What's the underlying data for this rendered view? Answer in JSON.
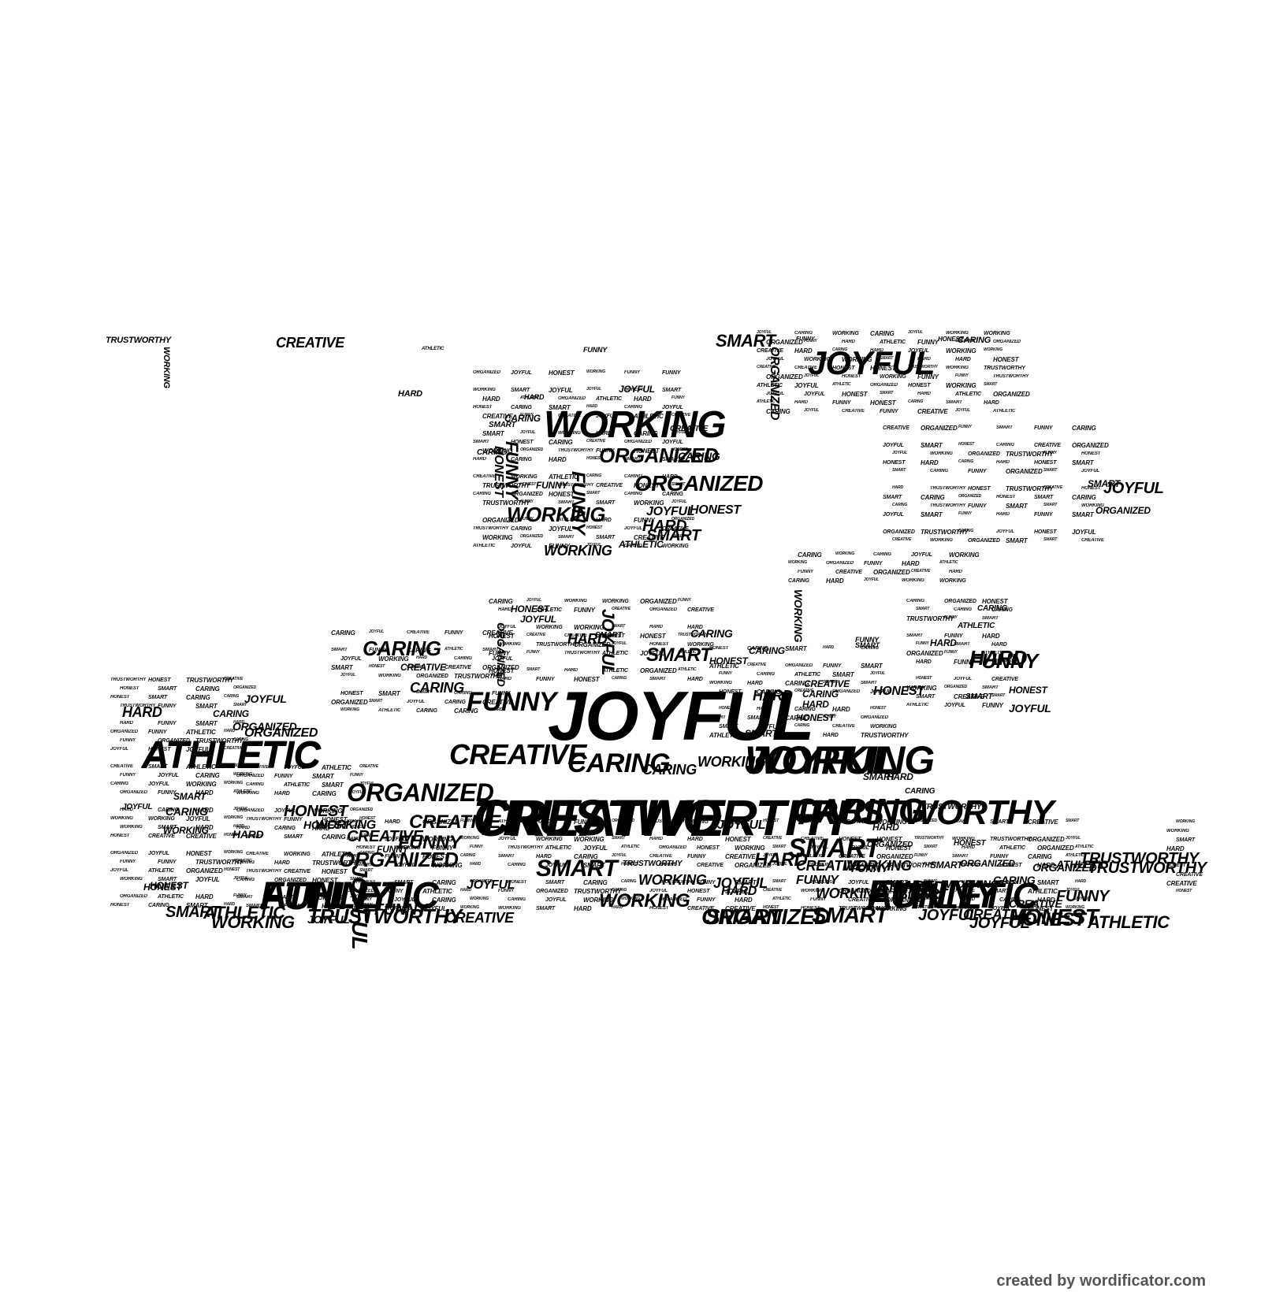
{
  "credit": "created by wordificator.com",
  "text_color": "#000000",
  "background_color": "#ffffff",
  "words": [
    "TRUSTWORTHY",
    "CREATIVE",
    "WORKING",
    "HARD",
    "ATHLETIC",
    "SMART",
    "JOYFUL",
    "ORGANIZED",
    "CARING",
    "HONEST",
    "FUNNY",
    "WORKING",
    "ORGANIZED",
    "ORGANIZED",
    "WORKING",
    "WORKING",
    "CARING",
    "FUNNY",
    "HONEST",
    "FUNNY",
    "FUNNY",
    "JOYFUL",
    "CARING",
    "HARD",
    "SMART",
    "HONEST",
    "JOYFUL",
    "ATHLETIC",
    "SMART",
    "HARD",
    "CREATIVE",
    "CARING",
    "JOYFUL",
    "SMART",
    "HONEST",
    "SMART",
    "FUNNY",
    "JOYFUL",
    "SMART",
    "HONEST",
    "CARING",
    "HARD",
    "HONEST",
    "ORGANIZED",
    "CREATIVE",
    "CARING",
    "FUNNY",
    "JOYFUL",
    "HARD",
    "SMART",
    "JOYFUL",
    "CARING",
    "WORKING",
    "CARING",
    "HARD",
    "SMART",
    "CREATIVE",
    "ORGANIZED",
    "WORKING",
    "CARING",
    "CREATIVE",
    "CARING",
    "HARD",
    "HONEST",
    "CARING",
    "FUNNY",
    "HARD",
    "HONEST",
    "SMART",
    "HARD",
    "JOYFUL",
    "CARING",
    "ATHLETIC",
    "WORKING",
    "JOYFUL",
    "ORGANIZED",
    "SMART",
    "TRUSTWORTHY",
    "FUNNY",
    "TRUSTWORTHY",
    "CREATIVE",
    "CARING",
    "CARING",
    "WORKING",
    "JOYFUL",
    "SMART",
    "ORGANIZED",
    "CREATIVE",
    "FUNNY",
    "HARD",
    "FUNNY",
    "TRUSTWORTHY",
    "HONEST",
    "CREATIVE",
    "FUNNY",
    "HARD",
    "ORGANIZED",
    "WORKING",
    "JOYFUL",
    "SMART",
    "FUNNY",
    "ATHLETIC",
    "ATHLETIC",
    "SMART",
    "ATHLETIC",
    "TRUSTWORTHY",
    "HONEST",
    "ORGANIZED",
    "JOYFUL",
    "TRUSTWORTHY",
    "WORKING",
    "WORKING",
    "SMART",
    "CREATIVE",
    "HARD",
    "ORGANIZED",
    "SMART",
    "JOYFUL",
    "CREATIVE",
    "HONEST",
    "SMART",
    "WORKING",
    "FUNNY",
    "ORGANIZED",
    "HARD",
    "CREATIVE",
    "JOYFUL",
    "FUNNY",
    "ATHLETIC",
    "WORKING",
    "ATHLETIC",
    "HONEST",
    "TRUSTWORTHY",
    "JOYFUL",
    "WORKING",
    "HONEST",
    "FUNNY",
    "CARING",
    "SMART",
    "ATHLETIC",
    "ORGANIZED",
    "HARD",
    "JOYFUL",
    "ORGANIZED",
    "SMART",
    "WORKING",
    "CARING",
    "JOYFUL",
    "HONEST",
    "HARD",
    "JOYFUL",
    "ATHLETIC",
    "CREATIVE",
    "TRUSTWORTHY",
    "FUNNY",
    "SMART",
    "HONEST",
    "CARING"
  ]
}
